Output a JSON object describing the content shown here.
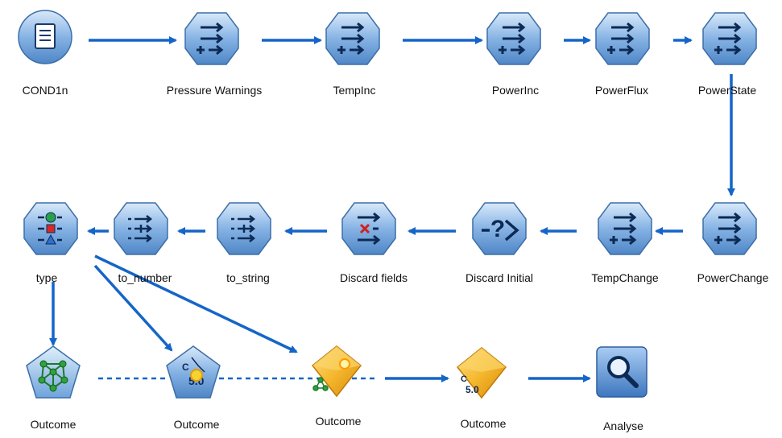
{
  "stream": {
    "nodes": {
      "cond1n": "COND1n",
      "pressure_warnings": "Pressure Warnings",
      "tempinc": "TempInc",
      "powerinc": "PowerInc",
      "powerflux": "PowerFlux",
      "powerstate": "PowerState",
      "powerchange": "PowerChange",
      "tempchange": "TempChange",
      "discard_initial": "Discard Initial",
      "discard_fields": "Discard fields",
      "to_string": "to_string",
      "to_number": "to_number",
      "type": "type",
      "outcome_nn_model": "Outcome",
      "outcome_c50_model": "Outcome",
      "outcome_ensemble_nugget": "Outcome",
      "outcome_c50_nugget": "Outcome",
      "analyse": "Analyse"
    },
    "icon_names": {
      "cond1n": "variable-file-source-icon",
      "derive": "derive-node-icon",
      "filter": "filter-node-icon",
      "select": "select-node-icon",
      "reclassify": "reclassify-node-icon",
      "type": "type-node-icon",
      "nn_model": "neural-net-modeling-icon",
      "c50_model": "c50-modeling-icon",
      "nugget": "model-nugget-icon",
      "analysis": "analysis-output-icon"
    },
    "colors": {
      "connection": "#1565c8",
      "node_fill": "#6fa3dc",
      "nugget_fill": "#f2b632",
      "label": "#111111"
    }
  }
}
